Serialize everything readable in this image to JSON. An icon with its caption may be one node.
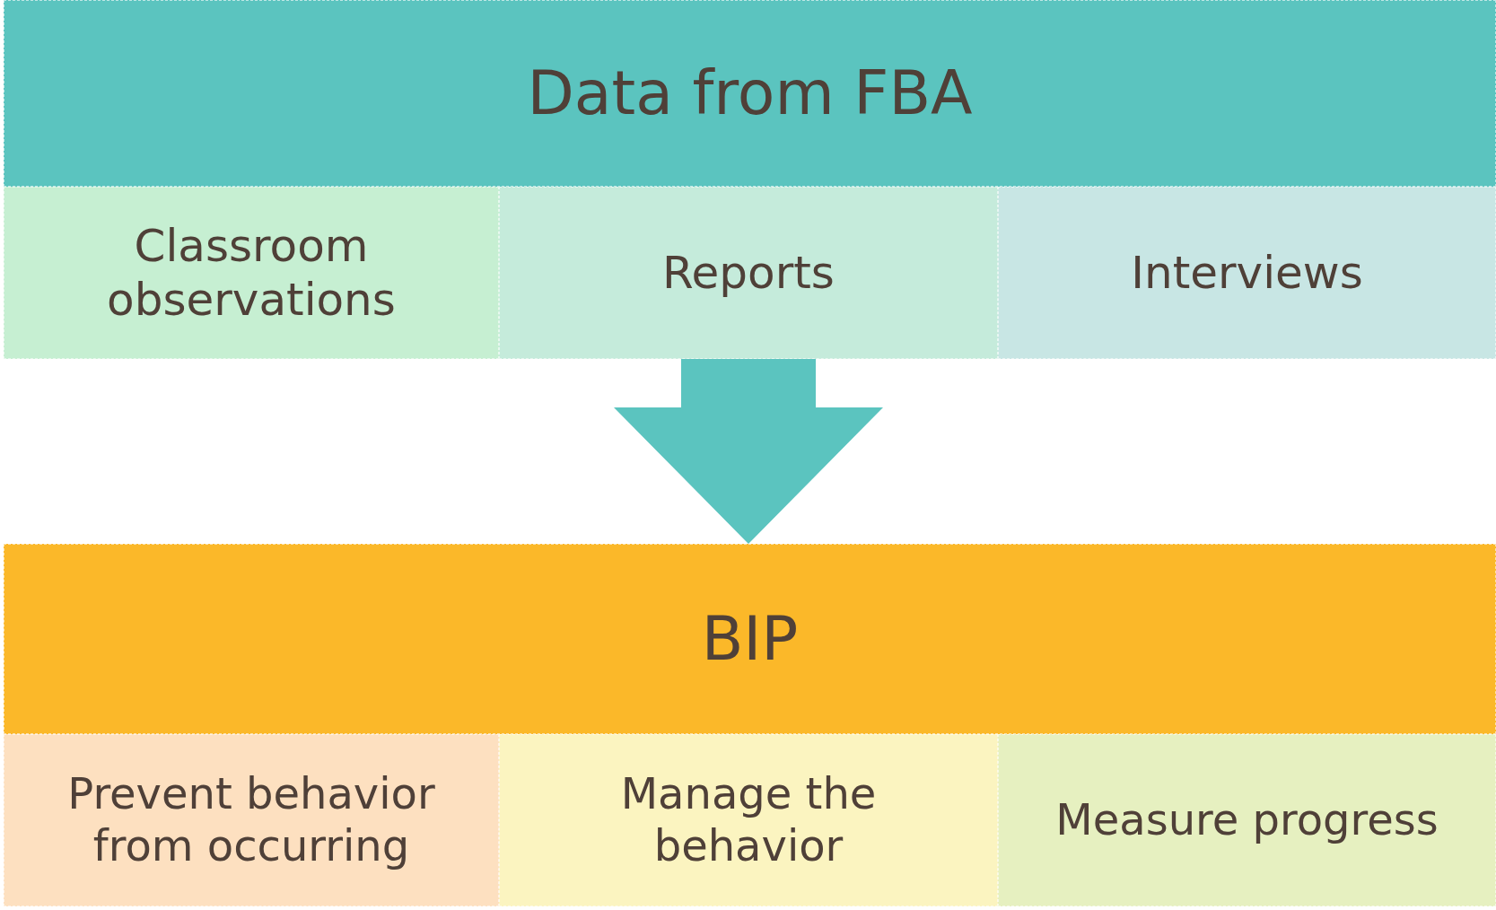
{
  "diagram": {
    "nodes": [
      {
        "text": [
          "Data from FBA"
        ]
      },
      {
        "text": [
          "Classroom observations"
        ]
      },
      {
        "text": [
          "Reports"
        ]
      },
      {
        "text": [
          "Interviews"
        ]
      },
      {
        "text": [
          "BIP"
        ]
      },
      {
        "text": [
          "Prevent behavior from occurring"
        ]
      },
      {
        "text": [
          "Manage the behavior"
        ]
      },
      {
        "text": [
          "Measure progress"
        ]
      }
    ],
    "edges": [
      {
        "from": 2,
        "to": 4,
        "arrow": "to"
      }
    ]
  }
}
